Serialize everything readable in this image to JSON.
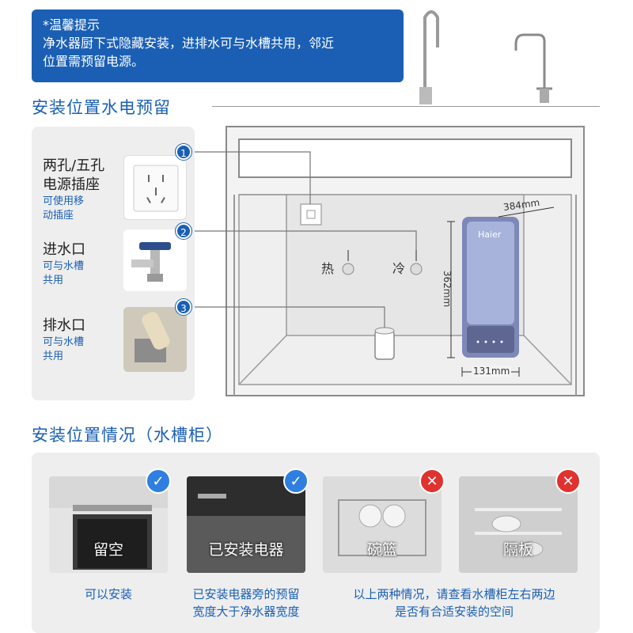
{
  "notice": {
    "line1": "*温馨提示",
    "line2": "净水器厨下式隐藏安装，进排水可与水槽共用，邻近",
    "line3": "位置需预留电源。"
  },
  "section1": {
    "title": "安装位置水电预留"
  },
  "items": [
    {
      "num": "1",
      "title1": "两孔/五孔",
      "title2": "电源插座",
      "sub1": "可使用移",
      "sub2": "动插座"
    },
    {
      "num": "2",
      "title1": "进水口",
      "title2": "",
      "sub1": "可与水槽",
      "sub2": "共用"
    },
    {
      "num": "3",
      "title1": "排水口",
      "title2": "",
      "sub1": "可与水槽",
      "sub2": "共用"
    }
  ],
  "diagram": {
    "hot": "热",
    "cold": "冷",
    "brand": "Haier",
    "depth": "384mm",
    "height": "362mm",
    "width": "131mm"
  },
  "section2": {
    "title": "安装位置情况（水槽柜）"
  },
  "cards": [
    {
      "label": "留空",
      "badge": "✓",
      "ok": true,
      "cap1": "可以安装",
      "cap2": ""
    },
    {
      "label": "已安装电器",
      "badge": "✓",
      "ok": true,
      "cap1": "已安装电器旁的预留",
      "cap2": "宽度大于净水器宽度"
    },
    {
      "label": "碗篮",
      "badge": "✕",
      "ok": false,
      "cap1": "以上两种情况，请查看水槽柜左右两边",
      "cap2": "是否有合适安装的空间"
    },
    {
      "label": "隔板",
      "badge": "✕",
      "ok": false,
      "cap1": "",
      "cap2": ""
    }
  ],
  "colors": {
    "accent": "#1a5fb4",
    "ok": "#2f7fe0",
    "bad": "#e0322e",
    "panel": "#eeeeee"
  }
}
